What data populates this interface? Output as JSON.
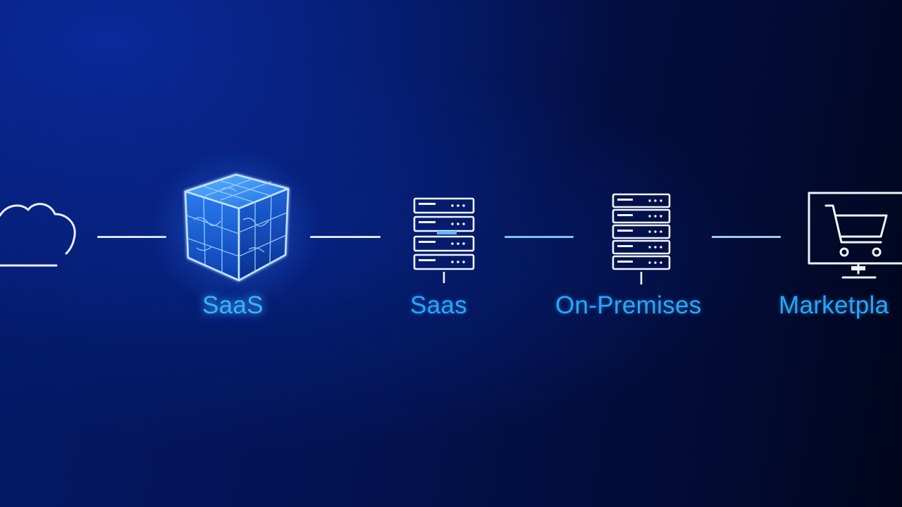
{
  "diagram": {
    "nodes": [
      {
        "id": "cloud",
        "label": "",
        "icon": "cloud-icon"
      },
      {
        "id": "saas-cube",
        "label": "SaaS",
        "icon": "cube-icon",
        "highlighted": true
      },
      {
        "id": "saas-servers",
        "label": "Saas",
        "icon": "server-rack-icon"
      },
      {
        "id": "on-premises",
        "label": "On-Premises",
        "icon": "server-rack-icon"
      },
      {
        "id": "marketplace",
        "label": "Marketpla",
        "icon": "shopping-cart-monitor-icon"
      }
    ],
    "colors": {
      "label": "#2aa6f2",
      "line": "#d8e6f6",
      "glow": "#3aa0ff",
      "background": "#03124f"
    }
  }
}
